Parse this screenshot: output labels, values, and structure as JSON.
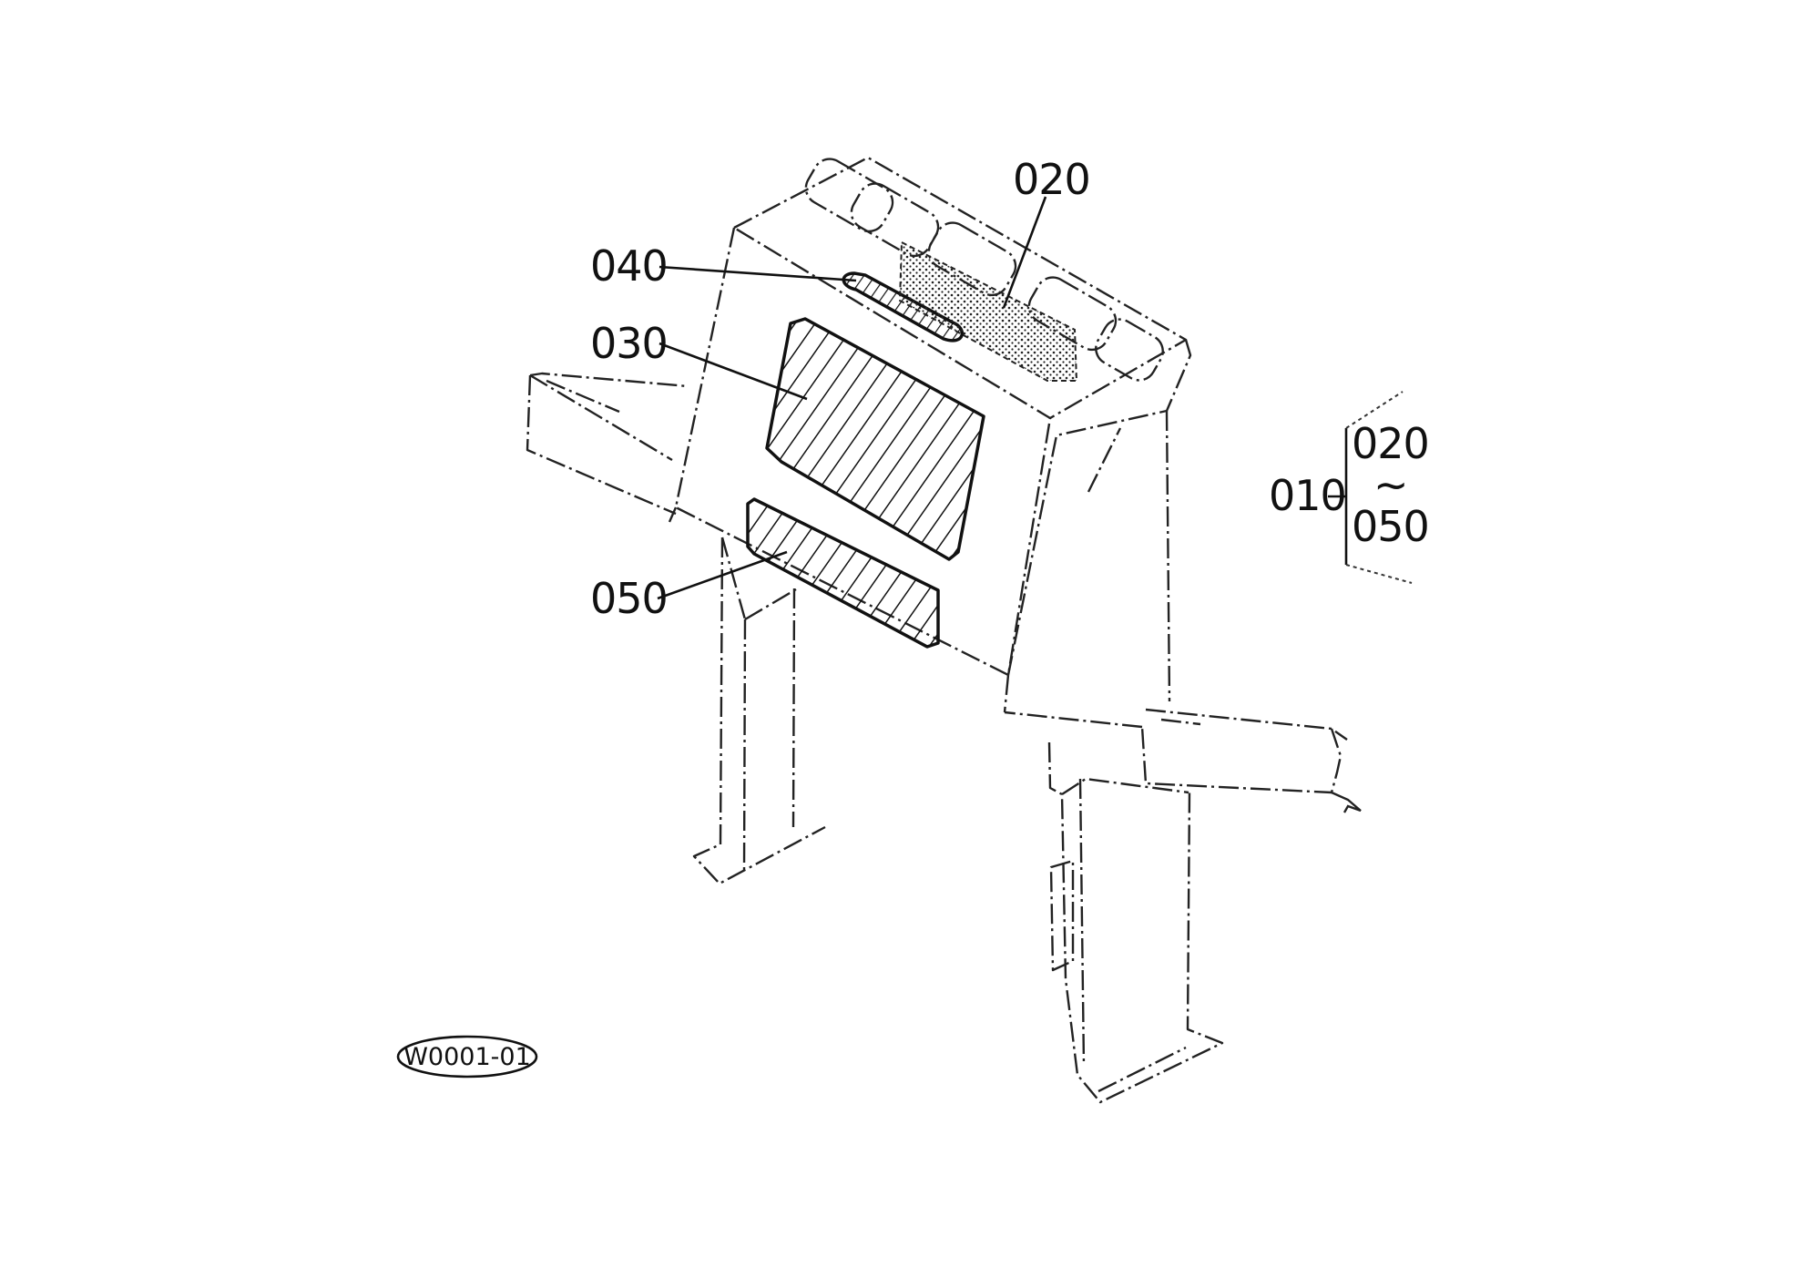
{
  "labels": {
    "p020": "020",
    "p040": "040",
    "p030": "030",
    "p050": "050",
    "p010": "010",
    "range_from": "020",
    "range_sep": "~",
    "range_to": "050"
  },
  "diagram_code": "W0001-01"
}
